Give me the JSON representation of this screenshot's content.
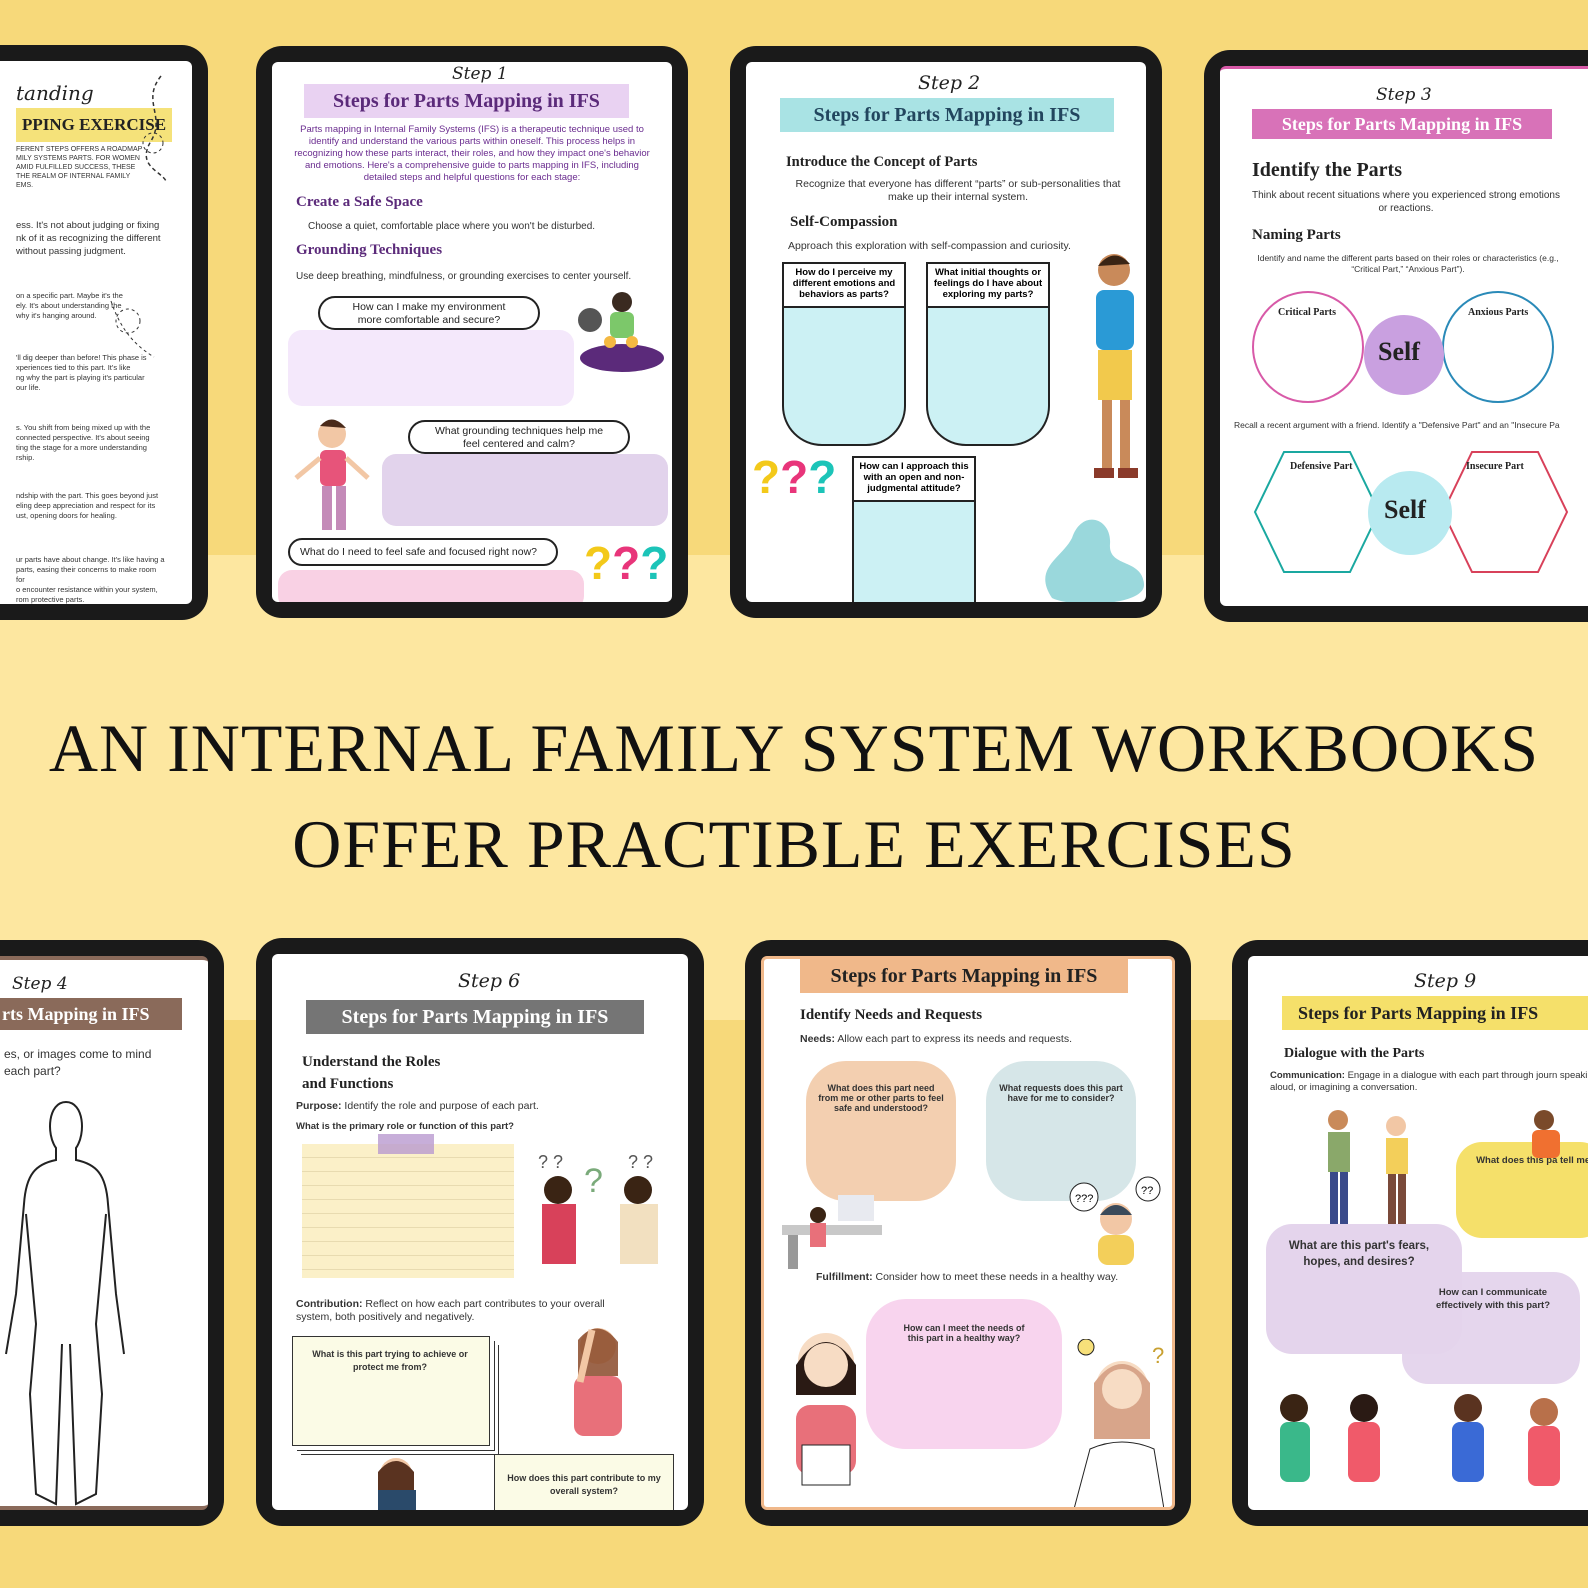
{
  "headline": {
    "line1": "AN INTERNAL FAMILY SYSTEM WORKBOOKS",
    "line2": "OFFER PRACTIBLE EXERCISES"
  },
  "colors": {
    "background": "#fde7a0",
    "band": "#f7d97a",
    "tablet": "#1a1a1a"
  },
  "page0": {
    "script": "tanding",
    "banner": "PPING EXERCISE",
    "intro": "FERENT STEPS OFFERS A ROADMAP\nMILY SYSTEMS PARTS. FOR WOMEN\n AMID FULFILLED SUCCESS, THESE\n THE REALM OF INTERNAL FAMILY\nEMS.",
    "p1": "ess. It's not about judging or fixing\nnk of it as recognizing the different\n without passing judgment.",
    "p2": "on a specific part. Maybe it's the\nely. It's about understanding the\nwhy it's hanging around.",
    "p3": "'ll dig deeper than before! This phase is\nxperiences tied to this part. It's like\nng why the part is playing it's particular\nour life.",
    "p4": "s. You shift from being mixed up with the\nconnected perspective. It's about seeing\nting the stage for a more understanding\nrship.",
    "p5": "ndship with the part. This goes beyond just\neling deep appreciation and respect for its\nust, opening doors for healing.",
    "p6": "ur parts have about change. It's like having a\nparts, easing their concerns to make room for\no encounter resistance within your system,\nrom protective parts."
  },
  "page1": {
    "script": "Step 1",
    "banner": "Steps for Parts Mapping in IFS",
    "intro": "Parts mapping in Internal Family Systems (IFS) is a therapeutic technique used to identify and understand the various parts within oneself. This process helps in recognizing how these parts interact, their roles, and how they impact one's behavior and emotions. Here's a comprehensive guide to parts mapping in IFS, including detailed steps and helpful questions for each stage:",
    "h1": "Create a Safe Space",
    "t1": "Choose a quiet, comfortable place where you won't be disturbed.",
    "h2": "Grounding Techniques",
    "t2": "Use deep breathing, mindfulness, or grounding exercises to center yourself.",
    "q1": "How can I make my environment more comfortable and secure?",
    "q2": "What grounding techniques help me feel centered and calm?",
    "q3": "What do I need to feel safe and focused right now?",
    "qmarks": "???"
  },
  "page2": {
    "script": "Step 2",
    "banner": "Steps for Parts Mapping in IFS",
    "h1": "Introduce the Concept of Parts",
    "t1": "Recognize that everyone has different “parts” or sub-personalities that make up their internal system.",
    "h2": "Self-Compassion",
    "t2": "Approach this exploration with self-compassion and curiosity.",
    "q1": "How do I perceive my different emotions and behaviors as parts?",
    "q2": "What initial thoughts or feelings do I have about exploring my parts?",
    "q3": "How can I approach this with an open and non-judgmental attitude?",
    "qmarks": "???"
  },
  "page3": {
    "script": "Step 3",
    "banner": "Steps for Parts Mapping in IFS",
    "h1": "Identify the Parts",
    "t1": "Think about recent situations where you experienced strong emotions or reactions.",
    "h2": "Naming Parts",
    "t2": "Identify and name the different parts based on their roles or characteristics (e.g., “Critical Part,” “Anxious Part”).",
    "critical": "Critical Parts",
    "anxious": "Anxious Parts",
    "self": "Self",
    "t3": "Recall a recent argument with a friend. Identify a \"Defensive Part\" and an \"Insecure Pa",
    "defensive": "Defensive Part",
    "insecure": "Insecure Part"
  },
  "page4": {
    "script": "Step 4",
    "banner": "rts Mapping in IFS",
    "t1": "es, or images come to mind\n each part?"
  },
  "page6": {
    "script": "Step 6",
    "banner": "Steps for Parts Mapping in IFS",
    "h1a": "Understand the Roles",
    "h1b": "and Functions",
    "purpose_label": "Purpose:",
    "purpose": " Identify the role and purpose of each part.",
    "q1": "What is the primary role or function of this part?",
    "contribution_label": "Contribution:",
    "contribution": " Reflect on how each part contributes to your overall system, both positively and negatively.",
    "q2": "What is this part trying to achieve or protect me from?",
    "q3": "How does this part contribute to my overall system?"
  },
  "page7": {
    "banner": "Steps for Parts Mapping in IFS",
    "h1": "Identify Needs and Requests",
    "needs_label": "Needs:",
    "needs": " Allow each part to express its needs and requests.",
    "q1": "What does this part need from me or other parts to feel safe and understood?",
    "q2": "What requests does this part have for me to consider?",
    "fulfillment_label": "Fulfillment:",
    "fulfillment": " Consider how to meet these needs in a healthy way.",
    "q3": "How can I meet the needs of this part in a healthy way?"
  },
  "page9": {
    "script": "Step 9",
    "banner": "Steps for Parts Mapping in IFS",
    "h1": "Dialogue with the Parts",
    "comm_label": "Communication:",
    "comm": " Engage in a dialogue with each part through journ speaking aloud, or imagining a conversation.",
    "q1": "What does this pa tell me?",
    "q2": "What are this part's fears, hopes, and desires?",
    "q3": "How can I communicate effectively with this part?"
  }
}
